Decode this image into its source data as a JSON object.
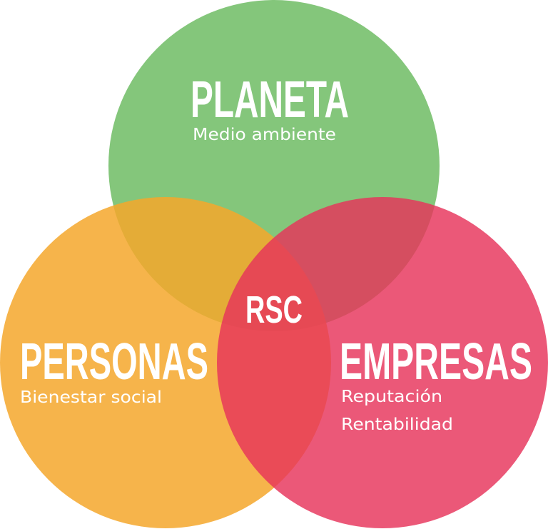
{
  "diagram": {
    "center_label": "RSC",
    "circles": [
      {
        "id": "planeta",
        "title": "PLANETA",
        "subtitles": [
          "Medio ambiente"
        ],
        "color": "#77C06D"
      },
      {
        "id": "personas",
        "title": "PERSONAS",
        "subtitles": [
          "Bienestar social"
        ],
        "color": "#F4A72B"
      },
      {
        "id": "empresas",
        "title": "EMPRESAS",
        "subtitles": [
          "Reputación",
          "Rentabilidad"
        ],
        "color": "#E6335A"
      }
    ]
  }
}
